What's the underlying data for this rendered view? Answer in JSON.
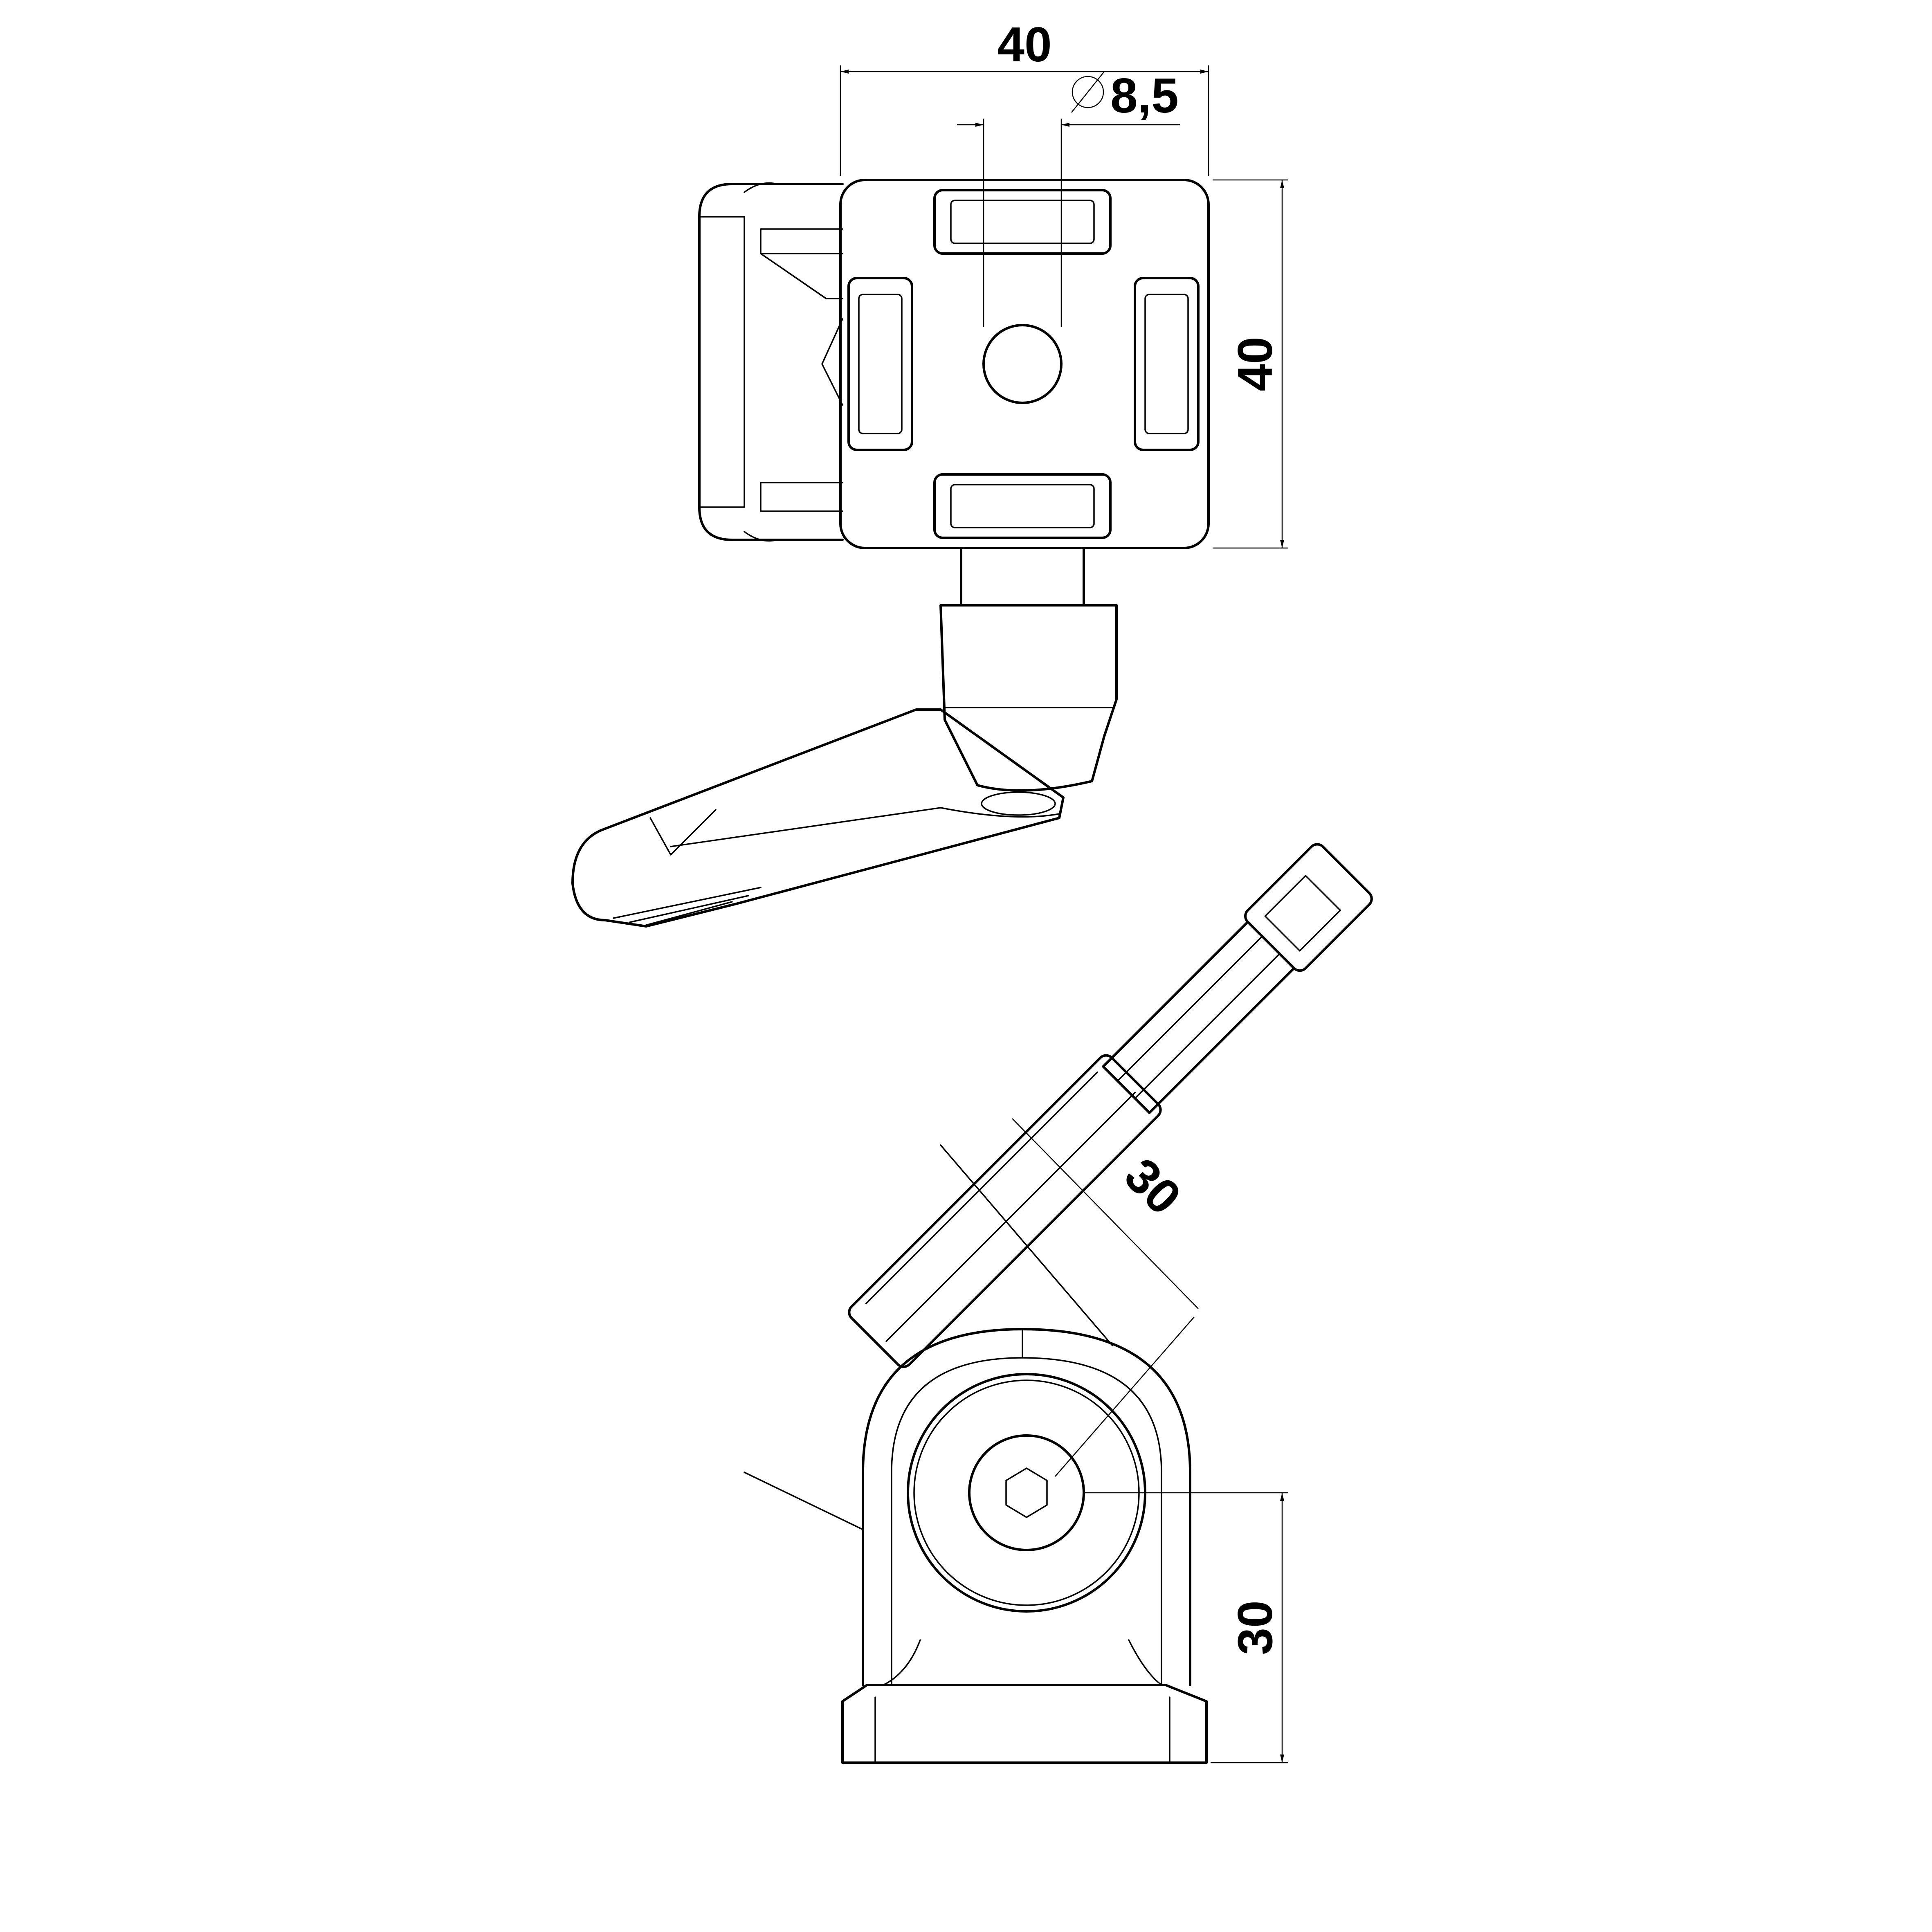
{
  "dimensions": {
    "top_width": "40",
    "hole_diameter": "8,5",
    "top_height": "40",
    "side_diagonal": "30",
    "side_height": "30"
  },
  "symbols": {
    "diameter": "diameter-symbol"
  }
}
